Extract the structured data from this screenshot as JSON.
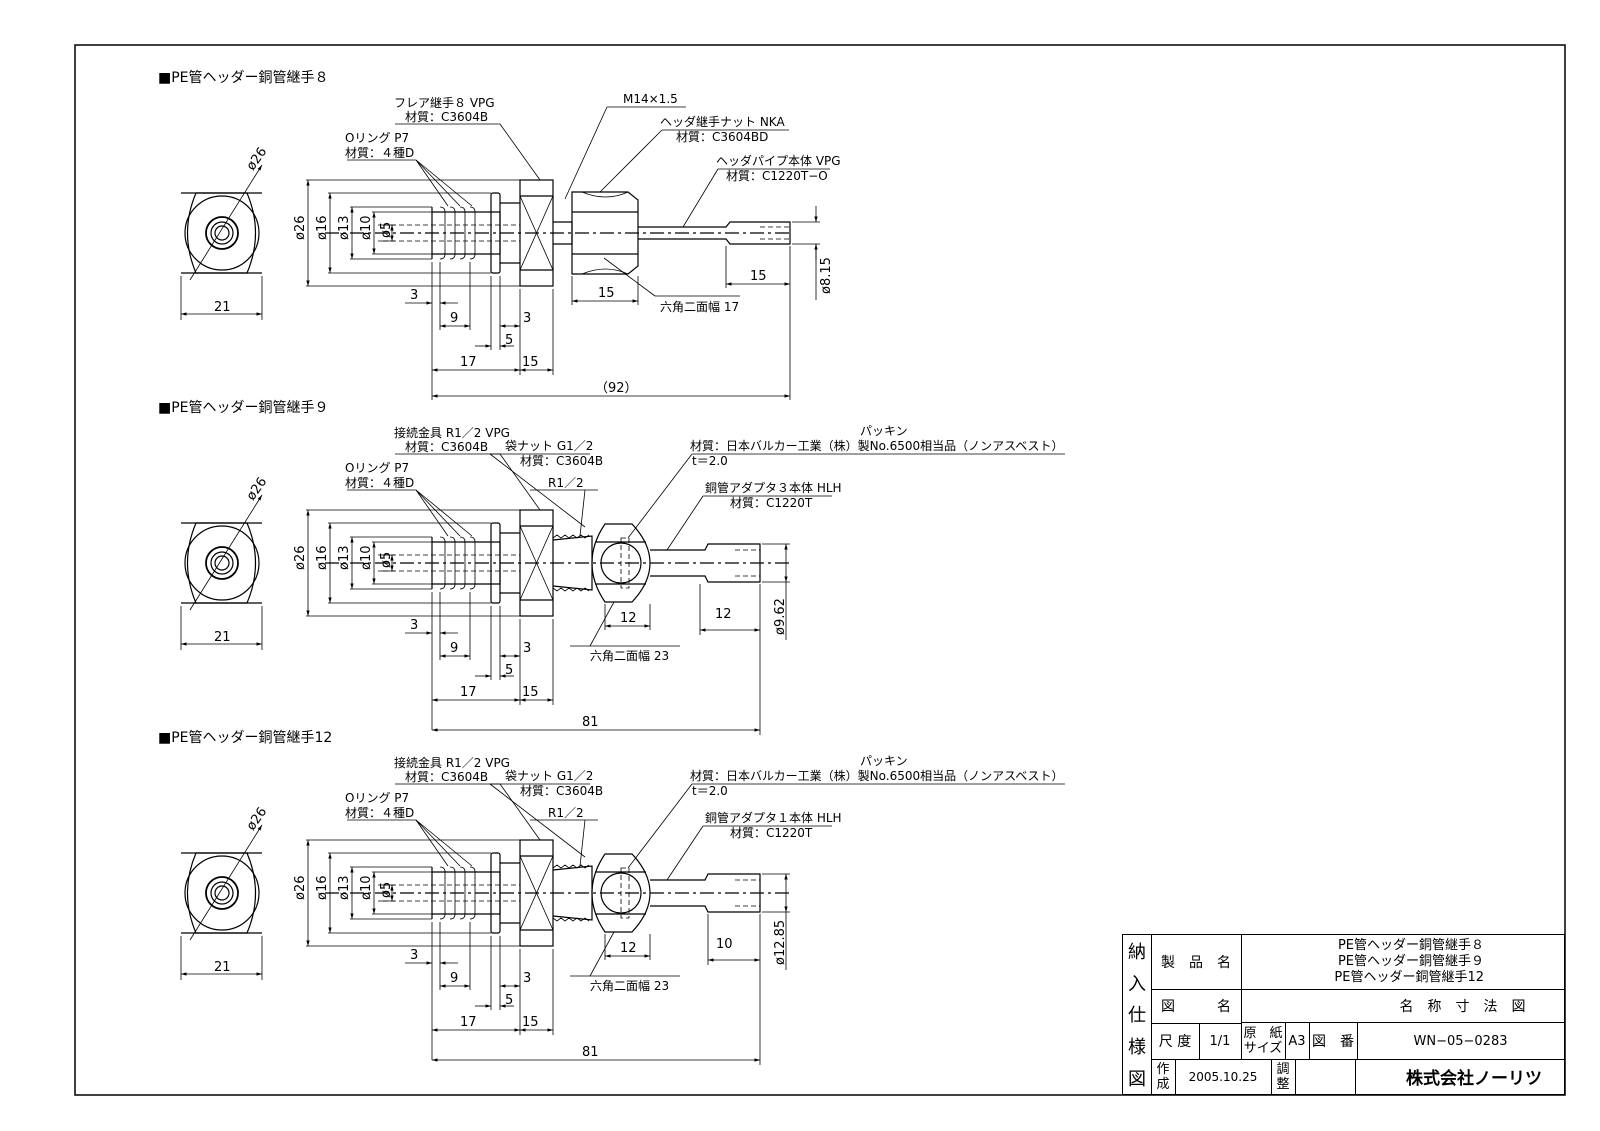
{
  "drawings": [
    {
      "heading": "■PE管ヘッダー銅管継手８",
      "labels": {
        "fitting_name": "フレア継手８ VPG",
        "fitting_material": "材質：C3604B",
        "oring_name": "Oリング P7",
        "oring_material": "材質：４種D",
        "thread": "M14×1.5",
        "nut_name": "ヘッダ継手ナット NKA",
        "nut_material": "材質：C3604BD",
        "pipe_name": "ヘッダパイプ本体 VPG",
        "pipe_material": "材質：C1220T−O",
        "hex": "六角二面幅 17"
      },
      "dims": {
        "end_dia": "ø26",
        "end_width": "21",
        "d26": "ø26",
        "d16": "ø16",
        "d13": "ø13",
        "d10": "ø10",
        "d5": "ø5",
        "d_tip": "ø8.15",
        "l3a": "3",
        "l9": "9",
        "l5": "5",
        "l3b": "3",
        "l17": "17",
        "l15a": "15",
        "l15b": "15",
        "l15c": "15",
        "total": "（92）"
      }
    },
    {
      "heading": "■PE管ヘッダー銅管継手９",
      "labels": {
        "fitting_name": "接続金具 R1／2 VPG",
        "fitting_material": "材質：C3604B",
        "oring_name": "Oリング P7",
        "oring_material": "材質：４種D",
        "nut_name": "袋ナット G1／2",
        "nut_material": "材質：C3604B",
        "thread": "R1／2",
        "packing_name": "パッキン",
        "packing_material": "材質：日本バルカー工業（株）製No.6500相当品（ノンアスベスト）",
        "packing_t": "t＝2.0",
        "pipe_name": "銅管アダプタ３本体 HLH",
        "pipe_material": "材質：C1220T",
        "hex": "六角二面幅 23"
      },
      "dims": {
        "end_dia": "ø26",
        "end_width": "21",
        "d26": "ø26",
        "d16": "ø16",
        "d13": "ø13",
        "d10": "ø10",
        "d5": "ø5",
        "d_tip": "ø9.62",
        "l3a": "3",
        "l9": "9",
        "l5": "5",
        "l3b": "3",
        "l17": "17",
        "l15a": "15",
        "l12a": "12",
        "l12b": "12",
        "total": "81"
      }
    },
    {
      "heading": "■PE管ヘッダー銅管継手12",
      "labels": {
        "fitting_name": "接続金具 R1／2 VPG",
        "fitting_material": "材質：C3604B",
        "oring_name": "Oリング P7",
        "oring_material": "材質：４種D",
        "nut_name": "袋ナット G1／2",
        "nut_material": "材質：C3604B",
        "thread": "R1／2",
        "packing_name": "パッキン",
        "packing_material": "材質：日本バルカー工業（株）製No.6500相当品（ノンアスベスト）",
        "packing_t": "t＝2.0",
        "pipe_name": "銅管アダプタ１本体 HLH",
        "pipe_material": "材質：C1220T",
        "hex": "六角二面幅 23"
      },
      "dims": {
        "end_dia": "ø26",
        "end_width": "21",
        "d26": "ø26",
        "d16": "ø16",
        "d13": "ø13",
        "d10": "ø10",
        "d5": "ø5",
        "d_tip": "ø12.85",
        "l3a": "3",
        "l9": "9",
        "l5": "5",
        "l3b": "3",
        "l17": "17",
        "l15a": "15",
        "l12a": "12",
        "l10": "10",
        "total": "81"
      }
    }
  ],
  "title_block": {
    "side": [
      "納",
      "入",
      "仕",
      "様",
      "図"
    ],
    "product_label": "製　品　名",
    "product_names": [
      "PE管ヘッダー銅管継手８",
      "PE管ヘッダー銅管継手９",
      "PE管ヘッダー銅管継手12"
    ],
    "drawing_label": "図　　　名",
    "drawing_name": "名　称　寸　法　図",
    "scale_label": "尺 度",
    "scale": "1/1",
    "paper_label_1": "原　紙",
    "paper_label_2": "サイズ",
    "paper": "A3",
    "number_label": "図　番",
    "number": "WN−05−0283",
    "made_label_1": "作",
    "made_label_2": "成",
    "made_date": "2005.10.25",
    "check_label_1": "調",
    "check_label_2": "整",
    "company": "株式会社ノーリツ"
  }
}
